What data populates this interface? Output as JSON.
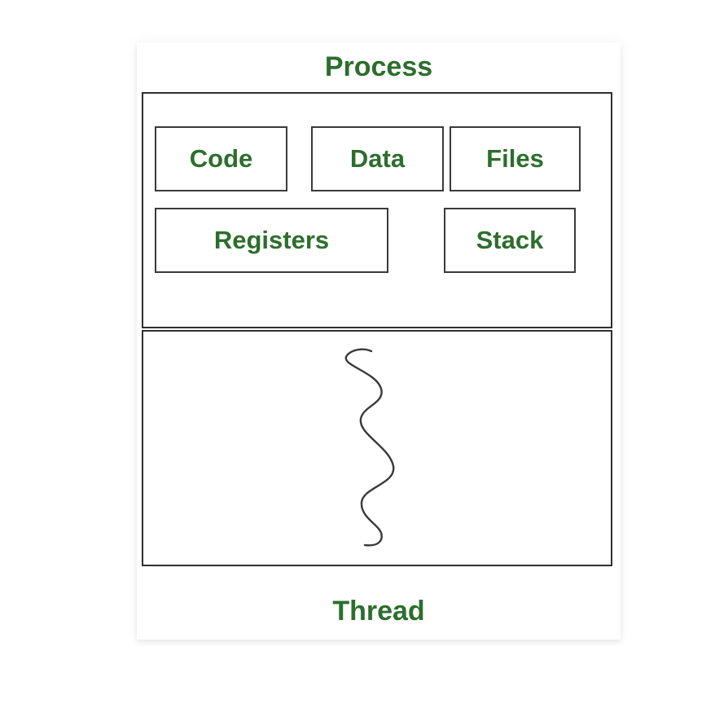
{
  "diagram": {
    "title": "Process",
    "caption": "Thread",
    "process_components": [
      {
        "label": "Code"
      },
      {
        "label": "Data"
      },
      {
        "label": "Files"
      },
      {
        "label": "Registers"
      },
      {
        "label": "Stack"
      }
    ],
    "thread_icon": "squiggle-line-icon",
    "thread_count": 1,
    "colors": {
      "label_green": "#2d6e2d",
      "box_border": "#3a3a3a",
      "outer_border": "#2f2f2f",
      "background": "#ffffff",
      "squiggle": "#3a3a3a"
    }
  }
}
